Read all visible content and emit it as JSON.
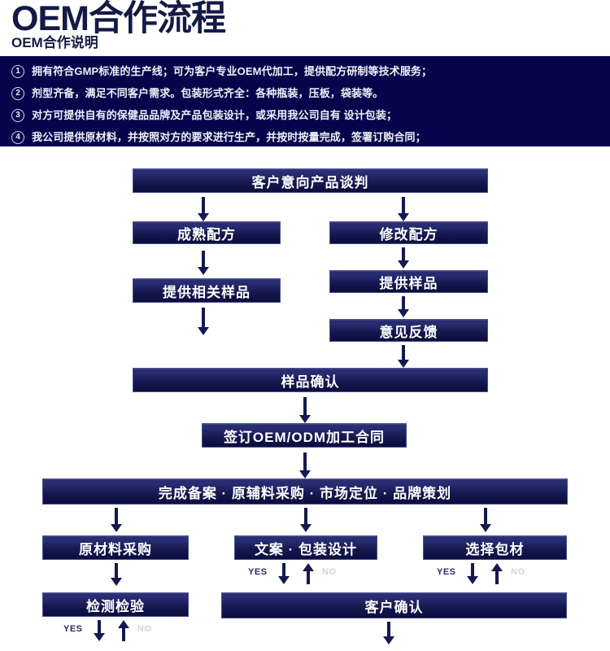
{
  "header": {
    "title": "OEM合作流程",
    "subtitle": "OEM合作说明",
    "items": [
      {
        "num": "1",
        "text": "拥有符合GMP标准的生产线；可为客户专业OEM代加工，提供配方研制等技术服务；"
      },
      {
        "num": "2",
        "text": "剂型齐备，满足不同客户需求。包装形式齐全：各种瓶装，压板，袋装等。"
      },
      {
        "num": "3",
        "text": "对方可提供自有的保健品品牌及产品包装设计，或采用我公司自有 设计包装；"
      },
      {
        "num": "4",
        "text": "我公司提供原材料，并按照对方的要求进行生产，并按时按量完成，签署订购合同；"
      }
    ]
  },
  "flow": {
    "nodes": [
      {
        "id": "negotiation",
        "label": "客户意向产品谈判"
      },
      {
        "id": "mature-formula",
        "label": "成熟配方"
      },
      {
        "id": "modify-formula",
        "label": "修改配方"
      },
      {
        "id": "provide-sample",
        "label": "提供样品"
      },
      {
        "id": "related-sample",
        "label": "提供相关样品"
      },
      {
        "id": "feedback",
        "label": "意见反馈"
      },
      {
        "id": "sample-confirm",
        "label": "样品确认"
      },
      {
        "id": "sign-contract",
        "label": "签订OEM/ODM加工合同"
      },
      {
        "id": "filing",
        "label": "完成备案 · 原辅料采购 · 市场定位 · 品牌策划"
      },
      {
        "id": "raw-purchase",
        "label": "原材料采购"
      },
      {
        "id": "copy-package",
        "label": "文案 · 包装设计"
      },
      {
        "id": "select-pack",
        "label": "选择包材"
      },
      {
        "id": "inspection",
        "label": "检测检验"
      },
      {
        "id": "cust-confirm",
        "label": "客户确认"
      }
    ],
    "decisions": {
      "yes": "YES",
      "no": "NO"
    }
  },
  "colors": {
    "navy": "#05054c",
    "node_border": "#4a4f93",
    "title": "#131a45",
    "yes": "#2a2e63",
    "no": "#d2d4e0"
  }
}
